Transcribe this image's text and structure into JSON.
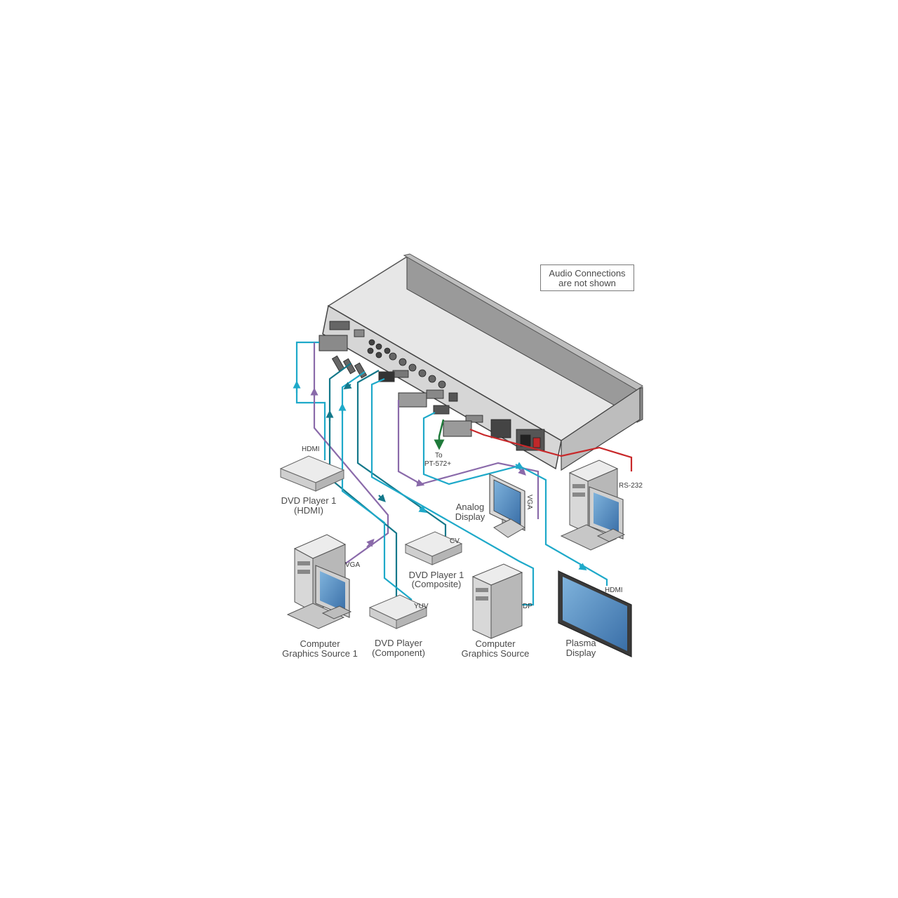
{
  "note": {
    "line1": "Audio Connections",
    "line2": "are not shown"
  },
  "colors": {
    "cyan": "#1ea9c9",
    "purple": "#8a6aaa",
    "teal": "#14788a",
    "red": "#c8282a",
    "green": "#1f7a3a"
  },
  "devices": {
    "dvd_hdmi": {
      "line1": "DVD Player 1",
      "line2": "(HDMI)"
    },
    "analog_display": {
      "line1": "Analog",
      "line2": "Display"
    },
    "dvd_composite": {
      "line1": "DVD Player 1",
      "line2": "(Composite)"
    },
    "computer1": {
      "line1": "Computer",
      "line2": "Graphics Source 1"
    },
    "dvd_component": {
      "line1": "DVD Player",
      "line2": "(Component)"
    },
    "computer2": {
      "line1": "Computer",
      "line2": "Graphics Source"
    },
    "plasma": {
      "line1": "Plasma",
      "line2": "Display"
    }
  },
  "cables": {
    "hdmi_in": "HDMI",
    "vga_in": "VGA",
    "cv": "CV",
    "yuv": "YUV",
    "dp": "DP",
    "vga_out": "VGA",
    "hdmi_out": "HDMI",
    "rs232": "RS-232",
    "pt_line1": "To",
    "pt_line2": "PT-572+"
  }
}
